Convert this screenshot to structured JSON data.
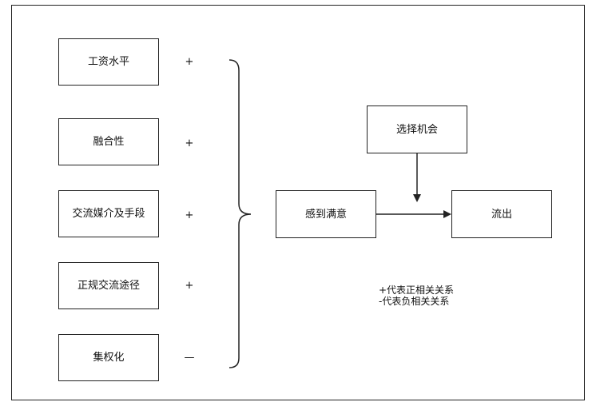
{
  "diagram": {
    "factors": [
      {
        "label": "工资水平",
        "sign": "+"
      },
      {
        "label": "融合性",
        "sign": "+"
      },
      {
        "label": "交流媒介及手段",
        "sign": "+"
      },
      {
        "label": "正规交流途径",
        "sign": "+"
      },
      {
        "label": "集权化",
        "sign": "—"
      }
    ],
    "satisfaction": "感到满意",
    "opportunity": "选择机会",
    "outflow": "流出",
    "legend": [
      "+代表正相关关系",
      "-代表负相关关系"
    ]
  }
}
